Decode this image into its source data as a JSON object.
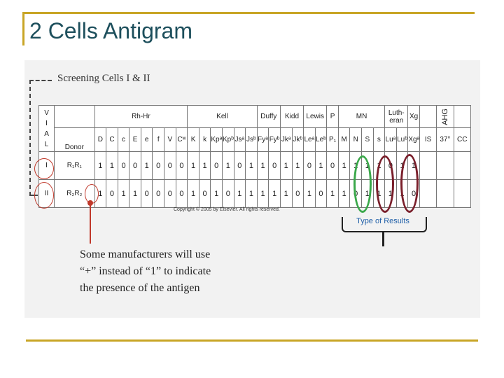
{
  "slide": {
    "title": "2 Cells Antigram"
  },
  "figure": {
    "screening_label": "Screening Cells I & II",
    "copyright": "Copyright © 2005 by Elsevier. All rights reserved.",
    "annotation": "Some manufacturers will use “+” instead of “1” to indicate the presence of the antigen",
    "results_label": "Type of Results"
  },
  "table": {
    "vial_letters": "V I A L",
    "donor_label": "Donor",
    "groups": {
      "rh": "Rh-Hr",
      "kell": "Kell",
      "duffy": "Duffy",
      "kidd": "Kidd",
      "lewis": "Lewis",
      "p": "P",
      "mn": "MN",
      "lutheran": "Luth-eran",
      "xg": "Xg",
      "ahg": "AHG"
    },
    "antigens": [
      "D",
      "C",
      "c",
      "E",
      "e",
      "f",
      "V",
      "Cʷ",
      "K",
      "k",
      "Kpᵃ",
      "Kpᵇ",
      "Jsᵃ",
      "Jsᵇ",
      "Fyᵃ",
      "Fyᵇ",
      "Jkᵃ",
      "Jkᵇ",
      "Leᵃ",
      "Leᵇ",
      "P₁",
      "M",
      "N",
      "S",
      "s",
      "Luᵃ",
      "Luᵇ",
      "Xgᵃ"
    ],
    "test_phases": [
      "IS",
      "37°",
      "CC"
    ],
    "rows": [
      {
        "vial": "I",
        "donor": "R₁R₁",
        "values": [
          "1",
          "1",
          "0",
          "0",
          "1",
          "0",
          "0",
          "0",
          "1",
          "1",
          "0",
          "1",
          "0",
          "1",
          "1",
          "0",
          "1",
          "1",
          "0",
          "1",
          "0",
          "1",
          "1",
          "1",
          "1",
          "0",
          "1",
          "1"
        ]
      },
      {
        "vial": "II",
        "donor": "R₂R₂",
        "values": [
          "1",
          "0",
          "1",
          "1",
          "0",
          "0",
          "0",
          "0",
          "1",
          "0",
          "1",
          "0",
          "1",
          "1",
          "1",
          "1",
          "1",
          "0",
          "1",
          "0",
          "1",
          "1",
          "0",
          "1",
          "1",
          "1",
          "1",
          "0"
        ]
      }
    ]
  },
  "colors": {
    "frame_gold": "#c8a526",
    "title_teal": "#1d4f5c",
    "vial_red": "#c0392b",
    "oval_green": "#3aa84a",
    "oval_maroon": "#7a1f2b",
    "results_blue": "#1f5fa8"
  }
}
